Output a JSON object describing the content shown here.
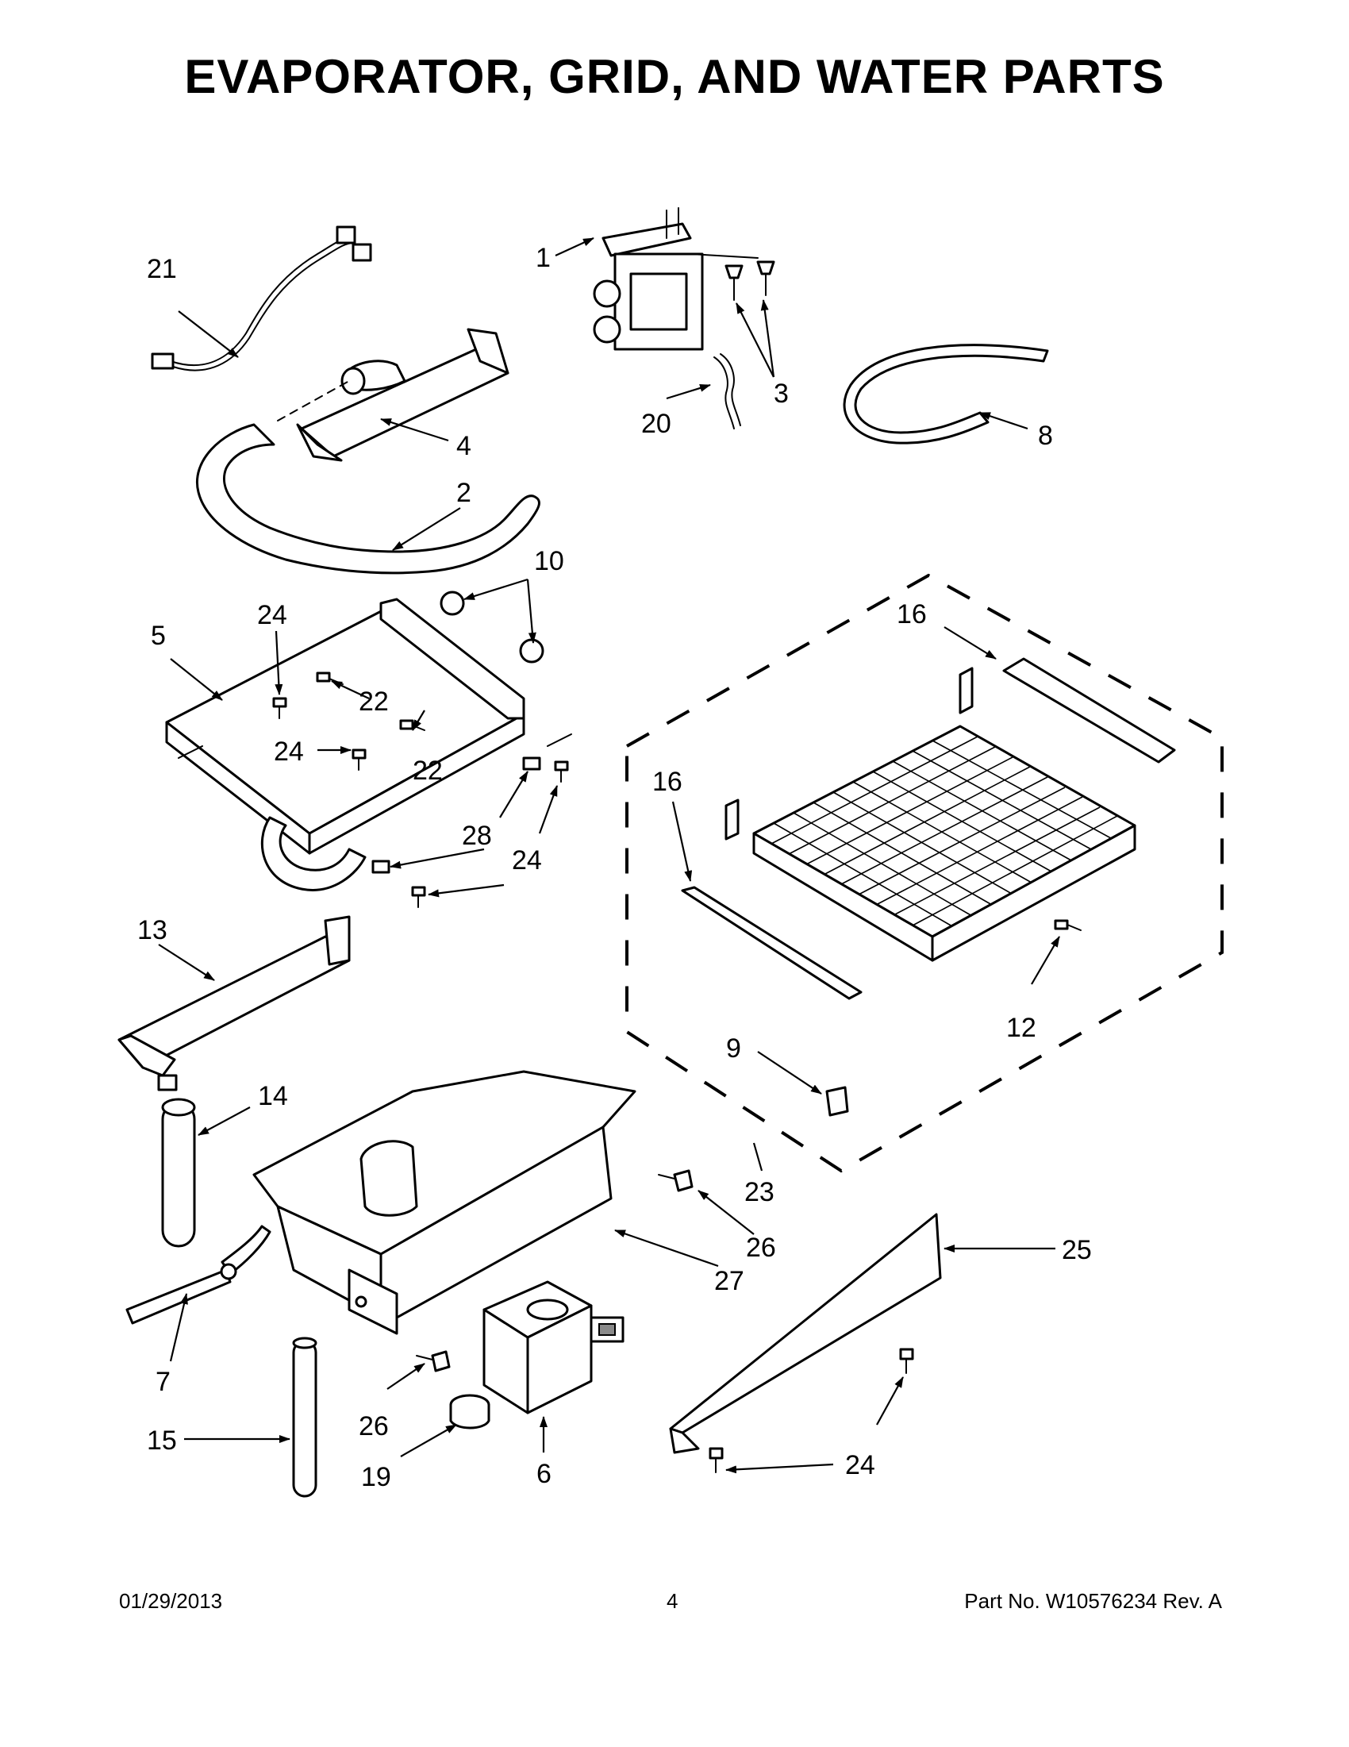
{
  "title": "EVAPORATOR, GRID, AND WATER PARTS",
  "callouts": {
    "p1": "1",
    "p2": "2",
    "p3": "3",
    "p4": "4",
    "p5": "5",
    "p6": "6",
    "p7": "7",
    "p8": "8",
    "p9": "9",
    "p10": "10",
    "p12": "12",
    "p13": "13",
    "p14": "14",
    "p15": "15",
    "p16a": "16",
    "p16b": "16",
    "p19": "19",
    "p20": "20",
    "p21": "21",
    "p22a": "22",
    "p22b": "22",
    "p23": "23",
    "p24a": "24",
    "p24b": "24",
    "p24c": "24",
    "p24d": "24",
    "p25": "25",
    "p26a": "26",
    "p26b": "26",
    "p27": "27",
    "p28": "28"
  },
  "footer": {
    "date": "01/29/2013",
    "page": "4",
    "part_no": "Part No.  W10576234  Rev.  A"
  }
}
